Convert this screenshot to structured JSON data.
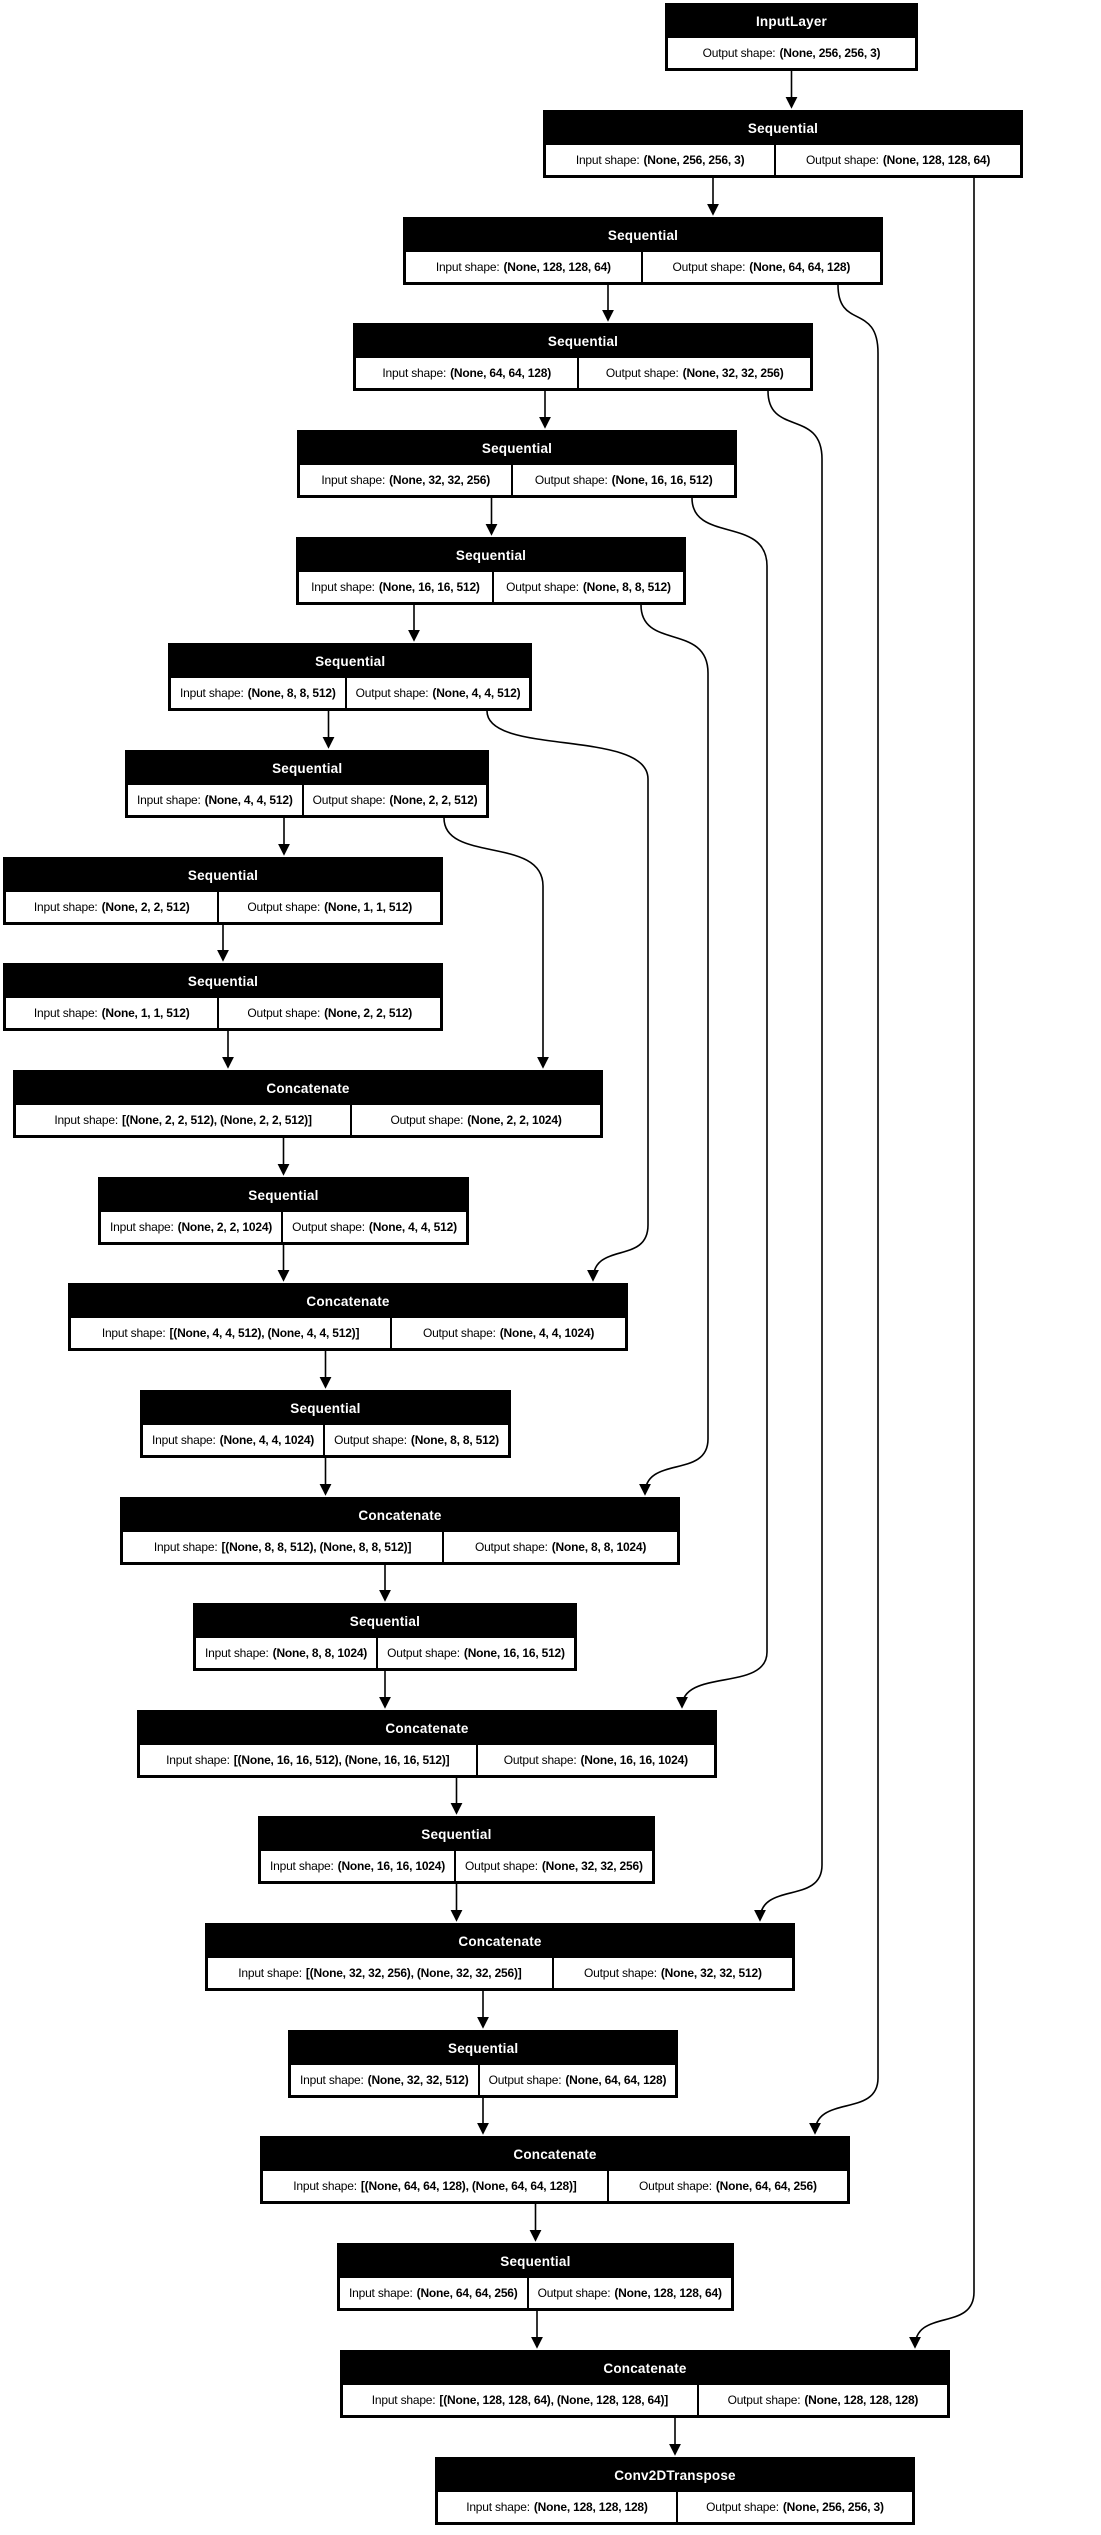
{
  "diagram": {
    "labels": {
      "input": "Input shape:",
      "output": "Output shape:"
    },
    "nodes": [
      {
        "type": "InputLayer",
        "title": "InputLayer",
        "input": null,
        "output": "(None, 256, 256, 3)"
      },
      {
        "type": "Sequential",
        "title": "Sequential",
        "input": "(None, 256, 256, 3)",
        "output": "(None, 128, 128, 64)"
      },
      {
        "type": "Sequential",
        "title": "Sequential",
        "input": "(None, 128, 128, 64)",
        "output": "(None, 64, 64, 128)"
      },
      {
        "type": "Sequential",
        "title": "Sequential",
        "input": "(None, 64, 64, 128)",
        "output": "(None, 32, 32, 256)"
      },
      {
        "type": "Sequential",
        "title": "Sequential",
        "input": "(None, 32, 32, 256)",
        "output": "(None, 16, 16, 512)"
      },
      {
        "type": "Sequential",
        "title": "Sequential",
        "input": "(None, 16, 16, 512)",
        "output": "(None, 8, 8, 512)"
      },
      {
        "type": "Sequential",
        "title": "Sequential",
        "input": "(None, 8, 8, 512)",
        "output": "(None, 4, 4, 512)"
      },
      {
        "type": "Sequential",
        "title": "Sequential",
        "input": "(None, 4, 4, 512)",
        "output": "(None, 2, 2, 512)"
      },
      {
        "type": "Sequential",
        "title": "Sequential",
        "input": "(None, 2, 2, 512)",
        "output": "(None, 1, 1, 512)"
      },
      {
        "type": "Sequential",
        "title": "Sequential",
        "input": "(None, 1, 1, 512)",
        "output": "(None, 2, 2, 512)"
      },
      {
        "type": "Concatenate",
        "title": "Concatenate",
        "input": "[(None, 2, 2, 512), (None, 2, 2, 512)]",
        "output": "(None, 2, 2, 1024)"
      },
      {
        "type": "Sequential",
        "title": "Sequential",
        "input": "(None, 2, 2, 1024)",
        "output": "(None, 4, 4, 512)"
      },
      {
        "type": "Concatenate",
        "title": "Concatenate",
        "input": "[(None, 4, 4, 512), (None, 4, 4, 512)]",
        "output": "(None, 4, 4, 1024)"
      },
      {
        "type": "Sequential",
        "title": "Sequential",
        "input": "(None, 4, 4, 1024)",
        "output": "(None, 8, 8, 512)"
      },
      {
        "type": "Concatenate",
        "title": "Concatenate",
        "input": "[(None, 8, 8, 512), (None, 8, 8, 512)]",
        "output": "(None, 8, 8, 1024)"
      },
      {
        "type": "Sequential",
        "title": "Sequential",
        "input": "(None, 8, 8, 1024)",
        "output": "(None, 16, 16, 512)"
      },
      {
        "type": "Concatenate",
        "title": "Concatenate",
        "input": "[(None, 16, 16, 512), (None, 16, 16, 512)]",
        "output": "(None, 16, 16, 1024)"
      },
      {
        "type": "Sequential",
        "title": "Sequential",
        "input": "(None, 16, 16, 1024)",
        "output": "(None, 32, 32, 256)"
      },
      {
        "type": "Concatenate",
        "title": "Concatenate",
        "input": "[(None, 32, 32, 256), (None, 32, 32, 256)]",
        "output": "(None, 32, 32, 512)"
      },
      {
        "type": "Sequential",
        "title": "Sequential",
        "input": "(None, 32, 32, 512)",
        "output": "(None, 64, 64, 128)"
      },
      {
        "type": "Concatenate",
        "title": "Concatenate",
        "input": "[(None, 64, 64, 128), (None, 64, 64, 128)]",
        "output": "(None, 64, 64, 256)"
      },
      {
        "type": "Sequential",
        "title": "Sequential",
        "input": "(None, 64, 64, 256)",
        "output": "(None, 128, 128, 64)"
      },
      {
        "type": "Concatenate",
        "title": "Concatenate",
        "input": "[(None, 128, 128, 64), (None, 128, 128, 64)]",
        "output": "(None, 128, 128, 128)"
      },
      {
        "type": "Conv2DTranspose",
        "title": "Conv2DTranspose",
        "input": "(None, 128, 128, 128)",
        "output": "(None, 256, 256, 3)"
      }
    ],
    "edges": [
      {
        "from": 1,
        "to": 2,
        "kind": "main"
      },
      {
        "from": 2,
        "to": 3,
        "kind": "main"
      },
      {
        "from": 3,
        "to": 4,
        "kind": "main"
      },
      {
        "from": 4,
        "to": 5,
        "kind": "main"
      },
      {
        "from": 5,
        "to": 6,
        "kind": "main"
      },
      {
        "from": 6,
        "to": 7,
        "kind": "main"
      },
      {
        "from": 7,
        "to": 8,
        "kind": "main"
      },
      {
        "from": 8,
        "to": 9,
        "kind": "main"
      },
      {
        "from": 9,
        "to": 10,
        "kind": "main"
      },
      {
        "from": 10,
        "to": 11,
        "kind": "main"
      },
      {
        "from": 11,
        "to": 12,
        "kind": "main"
      },
      {
        "from": 12,
        "to": 13,
        "kind": "main"
      },
      {
        "from": 13,
        "to": 14,
        "kind": "main"
      },
      {
        "from": 14,
        "to": 15,
        "kind": "main"
      },
      {
        "from": 15,
        "to": 16,
        "kind": "main"
      },
      {
        "from": 16,
        "to": 17,
        "kind": "main"
      },
      {
        "from": 17,
        "to": 18,
        "kind": "main"
      },
      {
        "from": 18,
        "to": 19,
        "kind": "main"
      },
      {
        "from": 19,
        "to": 20,
        "kind": "main"
      },
      {
        "from": 20,
        "to": 21,
        "kind": "main"
      },
      {
        "from": 21,
        "to": 22,
        "kind": "main"
      },
      {
        "from": 22,
        "to": 23,
        "kind": "main"
      },
      {
        "from": 23,
        "to": 24,
        "kind": "main"
      },
      {
        "from": 8,
        "to": 11,
        "kind": "skip"
      },
      {
        "from": 7,
        "to": 13,
        "kind": "skip"
      },
      {
        "from": 6,
        "to": 15,
        "kind": "skip"
      },
      {
        "from": 5,
        "to": 17,
        "kind": "skip"
      },
      {
        "from": 4,
        "to": 19,
        "kind": "skip"
      },
      {
        "from": 3,
        "to": 21,
        "kind": "skip"
      },
      {
        "from": 2,
        "to": 23,
        "kind": "skip"
      }
    ]
  }
}
